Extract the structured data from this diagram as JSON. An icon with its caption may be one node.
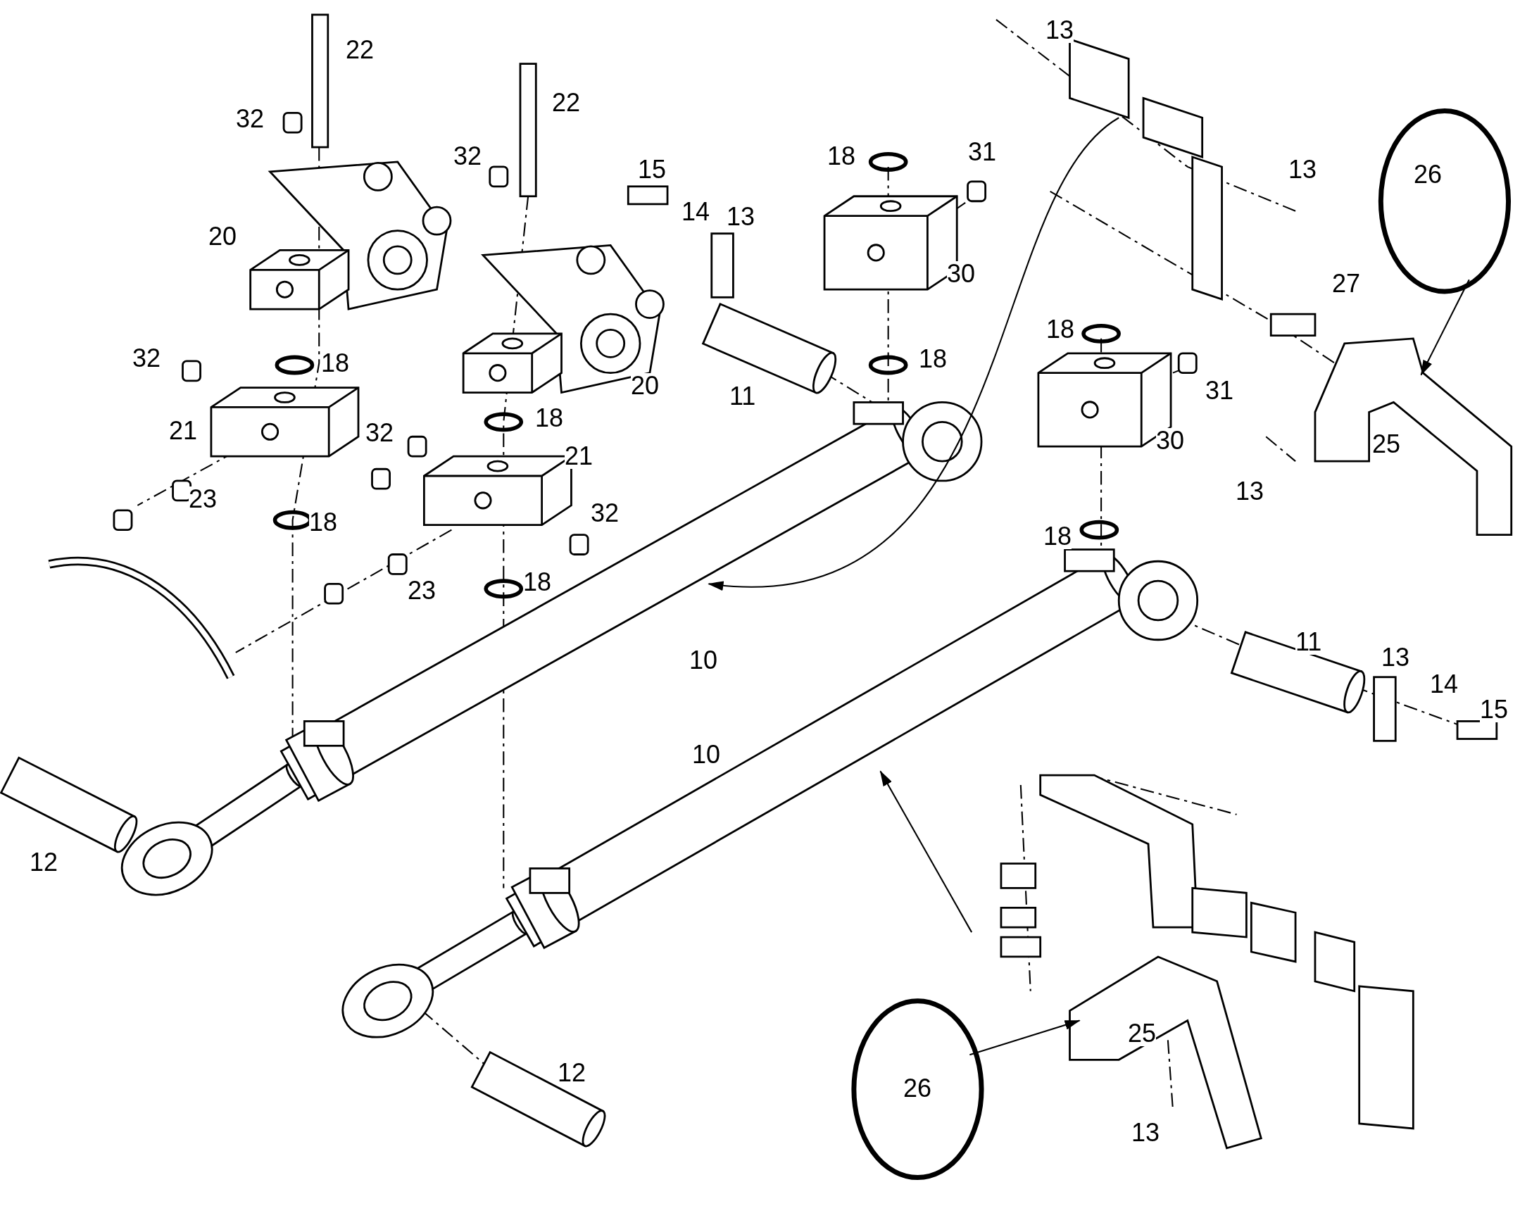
{
  "diagram": {
    "labels": [
      "13",
      "22",
      "22",
      "32",
      "32",
      "18",
      "31",
      "15",
      "13",
      "26",
      "14",
      "13",
      "20",
      "30",
      "27",
      "18",
      "32",
      "18",
      "18",
      "20",
      "11",
      "31",
      "21",
      "32",
      "18",
      "30",
      "25",
      "21",
      "23",
      "13",
      "18",
      "32",
      "18",
      "23",
      "18",
      "10",
      "11",
      "13",
      "14",
      "15",
      "10",
      "12",
      "25",
      "12",
      "26",
      "13"
    ]
  }
}
